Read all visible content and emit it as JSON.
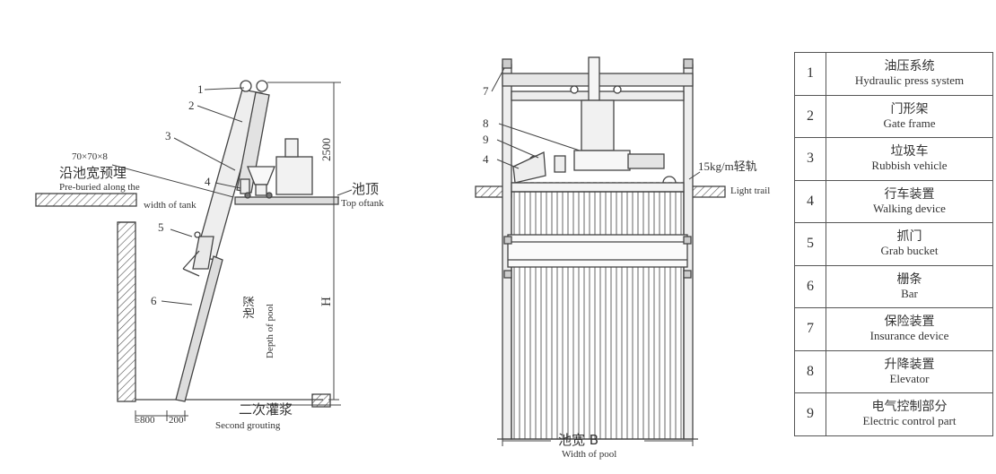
{
  "left_view": {
    "callouts": [
      "1",
      "2",
      "3",
      "4",
      "5",
      "6"
    ],
    "angle_spec": "70×70×8",
    "embed_zh": "沿池宽预埋",
    "embed_en_1": "Pre-buried along the",
    "embed_en_2": "width of tank",
    "top_zh": "池顶",
    "top_en": "Top oftank",
    "height_dim": "2500",
    "depth_zh": "池深",
    "depth_en": "Depth of pool",
    "h_label": "H",
    "grout_zh": "二次灌浆",
    "grout_en": "Second grouting",
    "dim_800": "≥800",
    "dim_200": "200"
  },
  "right_view": {
    "callouts": [
      "7",
      "8",
      "9",
      "4"
    ],
    "rail_label": "15kg/m轻轨",
    "rail_en": "Light trail",
    "width_zh": "池宽 B",
    "width_en": "Width of pool"
  },
  "legend": [
    {
      "num": "1",
      "zh": "油压系统",
      "en": "Hydraulic press system"
    },
    {
      "num": "2",
      "zh": "门形架",
      "en": "Gate frame"
    },
    {
      "num": "3",
      "zh": "垃圾车",
      "en": "Rubbish vehicle"
    },
    {
      "num": "4",
      "zh": "行车装置",
      "en": "Walking device"
    },
    {
      "num": "5",
      "zh": "抓门",
      "en": "Grab bucket"
    },
    {
      "num": "6",
      "zh": "栅条",
      "en": "Bar"
    },
    {
      "num": "7",
      "zh": "保险装置",
      "en": "Insurance device"
    },
    {
      "num": "8",
      "zh": "升降装置",
      "en": "Elevator"
    },
    {
      "num": "9",
      "zh": "电气控制部分",
      "en": "Electric control part"
    }
  ]
}
